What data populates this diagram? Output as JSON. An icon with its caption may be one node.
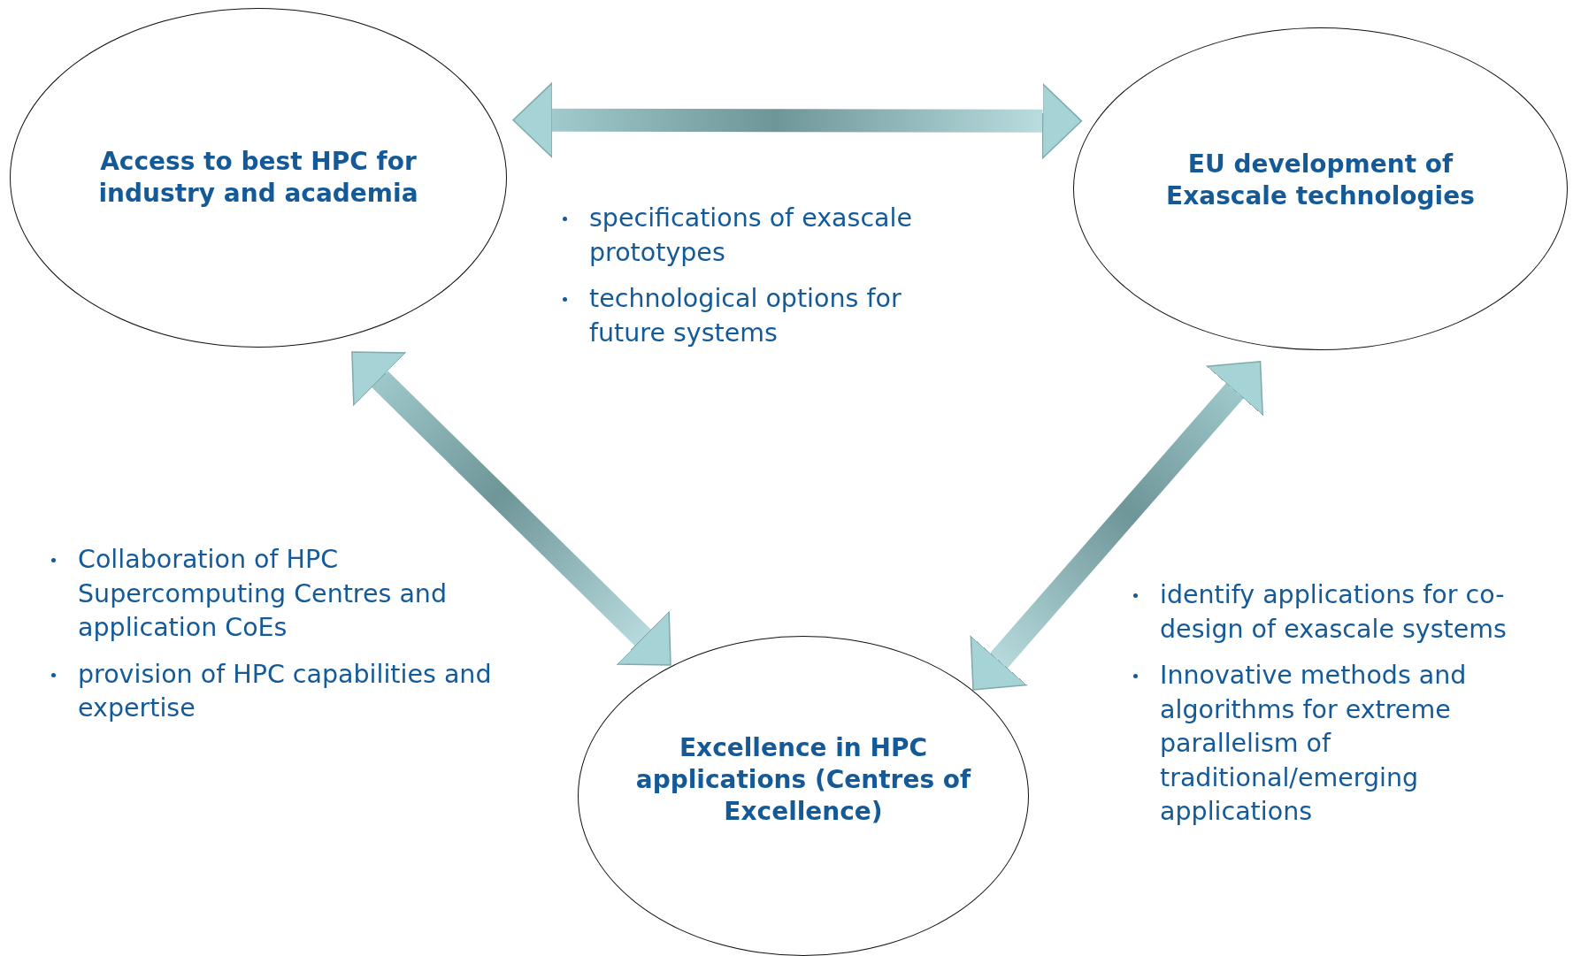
{
  "diagram": {
    "nodes": [
      {
        "text": [
          "Access to best HPC for industry and academia"
        ]
      },
      {
        "text": [
          "EU development of Exascale technologies"
        ]
      },
      {
        "text": [
          "Excellence in HPC applications (Centres of Excellence)"
        ]
      }
    ],
    "edges": [
      {
        "from": 0,
        "to": 1,
        "arrow": "both"
      },
      {
        "from": 0,
        "to": 2,
        "arrow": "both"
      },
      {
        "from": 1,
        "to": 2,
        "arrow": "both"
      }
    ],
    "labels": [
      "specifications of exascale prototypes",
      "technological options for future systems",
      "Collaboration of HPC Supercomputing Centres and application CoEs",
      "provision of HPC capabilities and expertise",
      "identify applications for co-design of exascale systems",
      "Innovative methods and algorithms for extreme parallelism of traditional/emerging applications"
    ]
  }
}
